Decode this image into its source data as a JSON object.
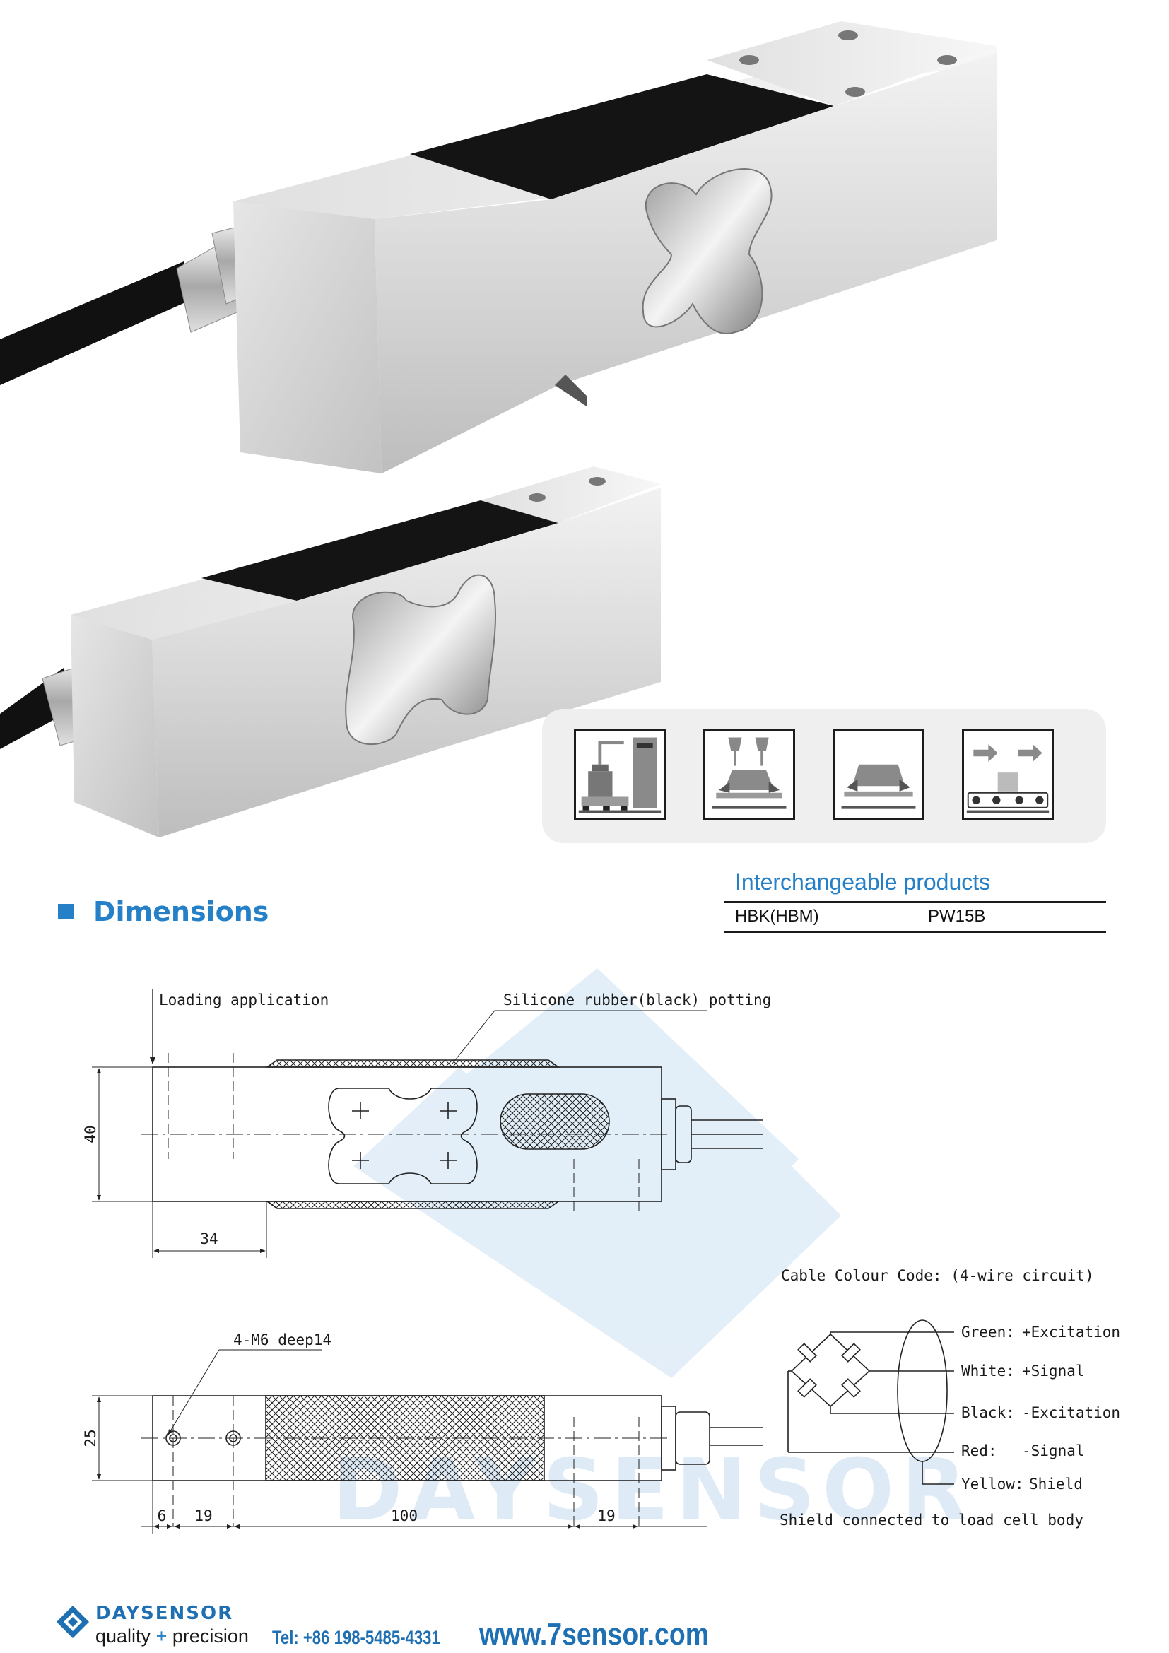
{
  "applications": {
    "icons": [
      {
        "name": "platform-scale-icon"
      },
      {
        "name": "hopper-filling-icon"
      },
      {
        "name": "hopper-scale-icon"
      },
      {
        "name": "conveyor-weighing-icon"
      }
    ]
  },
  "dimensions": {
    "title": "Dimensions"
  },
  "interchangeable": {
    "title": "Interchangeable products",
    "brand": "HBK(HBM)",
    "model": "PW15B"
  },
  "drawing": {
    "loading_label": "Loading application",
    "potting_label": "Silicone rubber(black) potting",
    "height_top": "40",
    "dim_34": "34",
    "thread_label": "4-M6 deep14",
    "height_side": "25",
    "dim_6": "6",
    "dim_19_left": "19",
    "dim_100": "100",
    "dim_19_right": "19",
    "watermark": "DAYSENSOR"
  },
  "cable": {
    "title": "Cable Colour Code: (4-wire circuit)",
    "rows": [
      {
        "color": "Green:",
        "signal": "+Excitation"
      },
      {
        "color": "White:",
        "signal": "+Signal"
      },
      {
        "color": "Black:",
        "signal": "-Excitation"
      },
      {
        "color": "Red:",
        "signal": "-Signal"
      },
      {
        "color": "Yellow:",
        "signal": "Shield"
      }
    ],
    "note": "Shield connected to load cell body"
  },
  "footer": {
    "brand": "DAYSENSOR",
    "tagline_a": "quality",
    "tagline_plus": "+",
    "tagline_b": "precision",
    "tel": "Tel: +86 198-5485-4331",
    "website": "www.7sensor.com"
  },
  "colors": {
    "accent": "#2580c8",
    "brand": "#1f6fb3"
  }
}
